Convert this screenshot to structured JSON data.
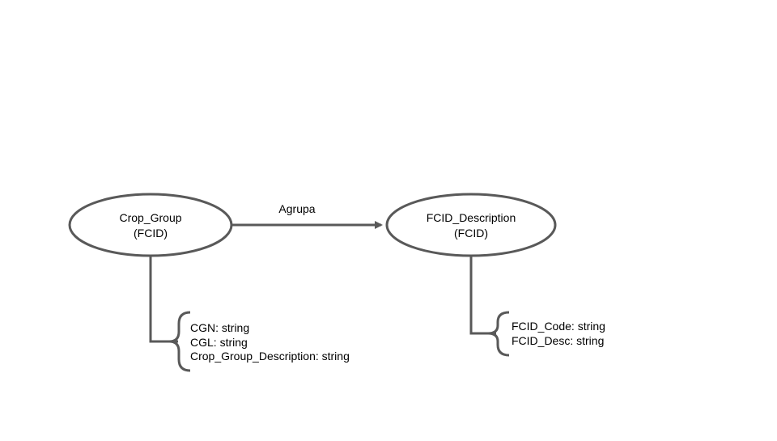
{
  "diagram": {
    "entities": [
      {
        "id": "crop_group",
        "name": "Crop_Group",
        "schema": "(FCID)"
      },
      {
        "id": "fcid_description",
        "name": "FCID_Description",
        "schema": "(FCID)"
      }
    ],
    "relationship": {
      "label": "Agrupa",
      "from": "crop_group",
      "to": "fcid_description"
    },
    "attributes": {
      "crop_group": [
        "CGN: string",
        "CGL: string",
        "Crop_Group_Description: string"
      ],
      "fcid_description": [
        "FCID_Code: string",
        "FCID_Desc: string"
      ]
    }
  },
  "colors": {
    "stroke": "#595959",
    "text": "#000000",
    "background": "#ffffff"
  }
}
